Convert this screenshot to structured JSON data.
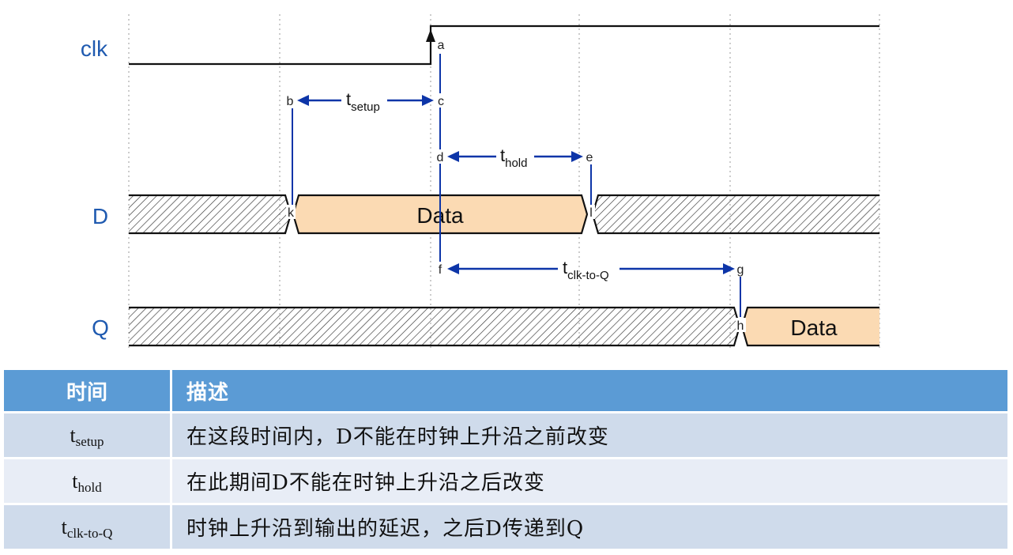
{
  "signals": {
    "clk": "clk",
    "d": "D",
    "q": "Q"
  },
  "points": {
    "a": "a",
    "b": "b",
    "c": "c",
    "d": "d",
    "e": "e",
    "f": "f",
    "g": "g",
    "h": "h",
    "k": "k",
    "l": "l"
  },
  "intervals": {
    "setup": {
      "base": "t",
      "sub": "setup"
    },
    "hold": {
      "base": "t",
      "sub": "hold"
    },
    "clk_to_q": {
      "base": "t",
      "sub": "clk-to-Q"
    }
  },
  "data_labels": {
    "d": "Data",
    "q": "Data"
  },
  "table": {
    "headers": [
      "时间",
      "描述"
    ],
    "rows": [
      {
        "term": {
          "base": "t",
          "sub": "setup"
        },
        "desc": "在这段时间内，D不能在时钟上升沿之前改变"
      },
      {
        "term": {
          "base": "t",
          "sub": "hold"
        },
        "desc": "在此期间D不能在时钟上升沿之后改变"
      },
      {
        "term": {
          "base": "t",
          "sub": "clk-to-Q"
        },
        "desc": "时钟上升沿到输出的延迟，之后D传递到Q"
      }
    ]
  },
  "colors": {
    "signal_label": "#1f5ab0",
    "arrow": "#0d35a8",
    "data_fill": "#fbdab3",
    "header_bg": "#5b9bd5",
    "row_odd": "#cfdbeb",
    "row_even": "#e8edf6"
  }
}
